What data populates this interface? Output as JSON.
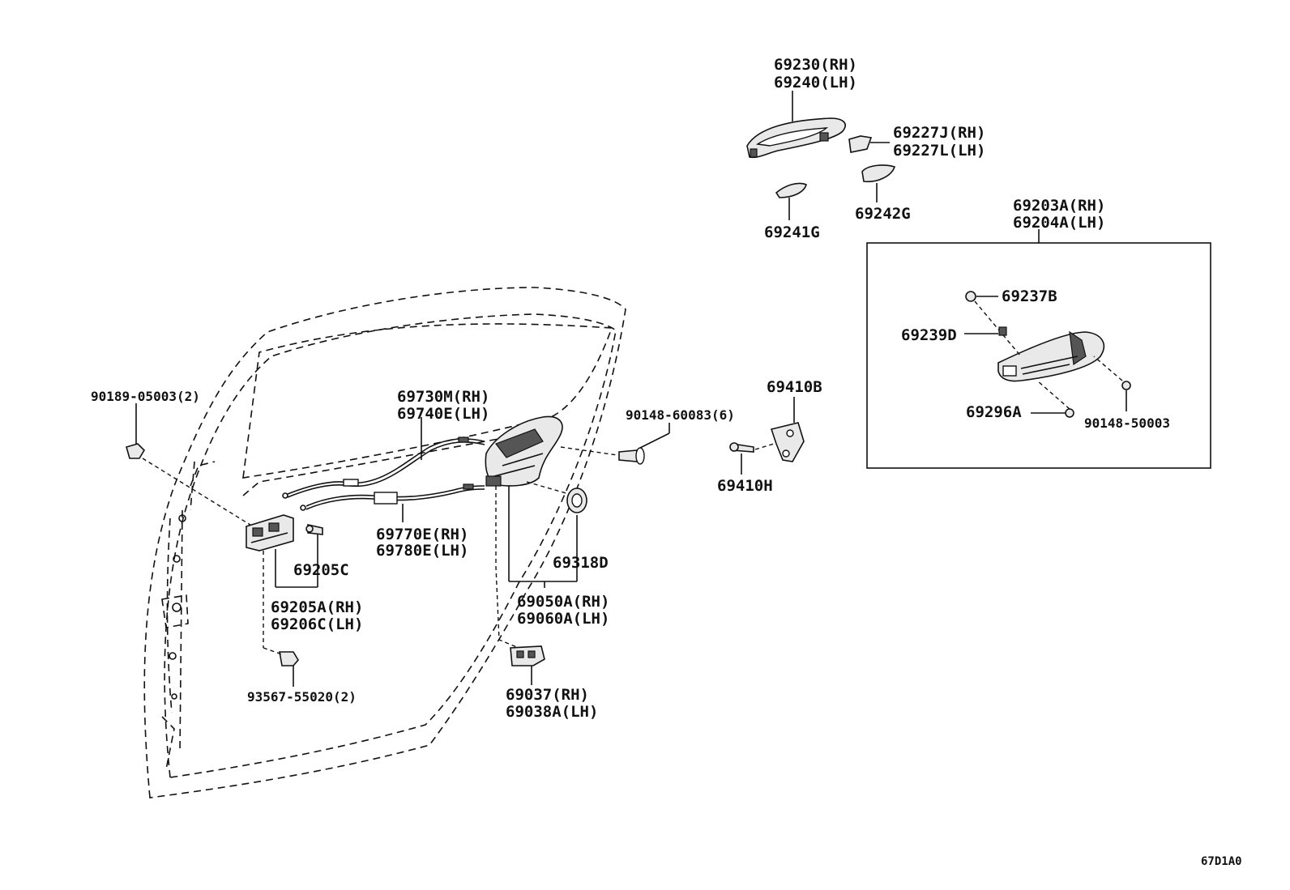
{
  "diagram_code": "67D1A0",
  "labels": {
    "p69230": "69230(RH)",
    "p69240": "69240(LH)",
    "p69227j": "69227J(RH)",
    "p69227l": "69227L(LH)",
    "p69241g": "69241G",
    "p69242g": "69242G",
    "p69203a": "69203A(RH)",
    "p69204a": "69204A(LH)",
    "p69237b": "69237B",
    "p69239d": "69239D",
    "p69296a": "69296A",
    "p90148_50003": "90148-50003",
    "p69410b": "69410B",
    "p69410h": "69410H",
    "p90148_60083": "90148-60083(6)",
    "p69730m": "69730M(RH)",
    "p69740e": "69740E(LH)",
    "p69770e": "69770E(RH)",
    "p69780e": "69780E(LH)",
    "p69318d": "69318D",
    "p69050a": "69050A(RH)",
    "p69060a": "69060A(LH)",
    "p69037": "69037(RH)",
    "p69038a": "69038A(LH)",
    "p90189": "90189-05003(2)",
    "p69205c": "69205C",
    "p69205a": "69205A(RH)",
    "p69206c": "69206C(LH)",
    "p93567": "93567-55020(2)"
  }
}
